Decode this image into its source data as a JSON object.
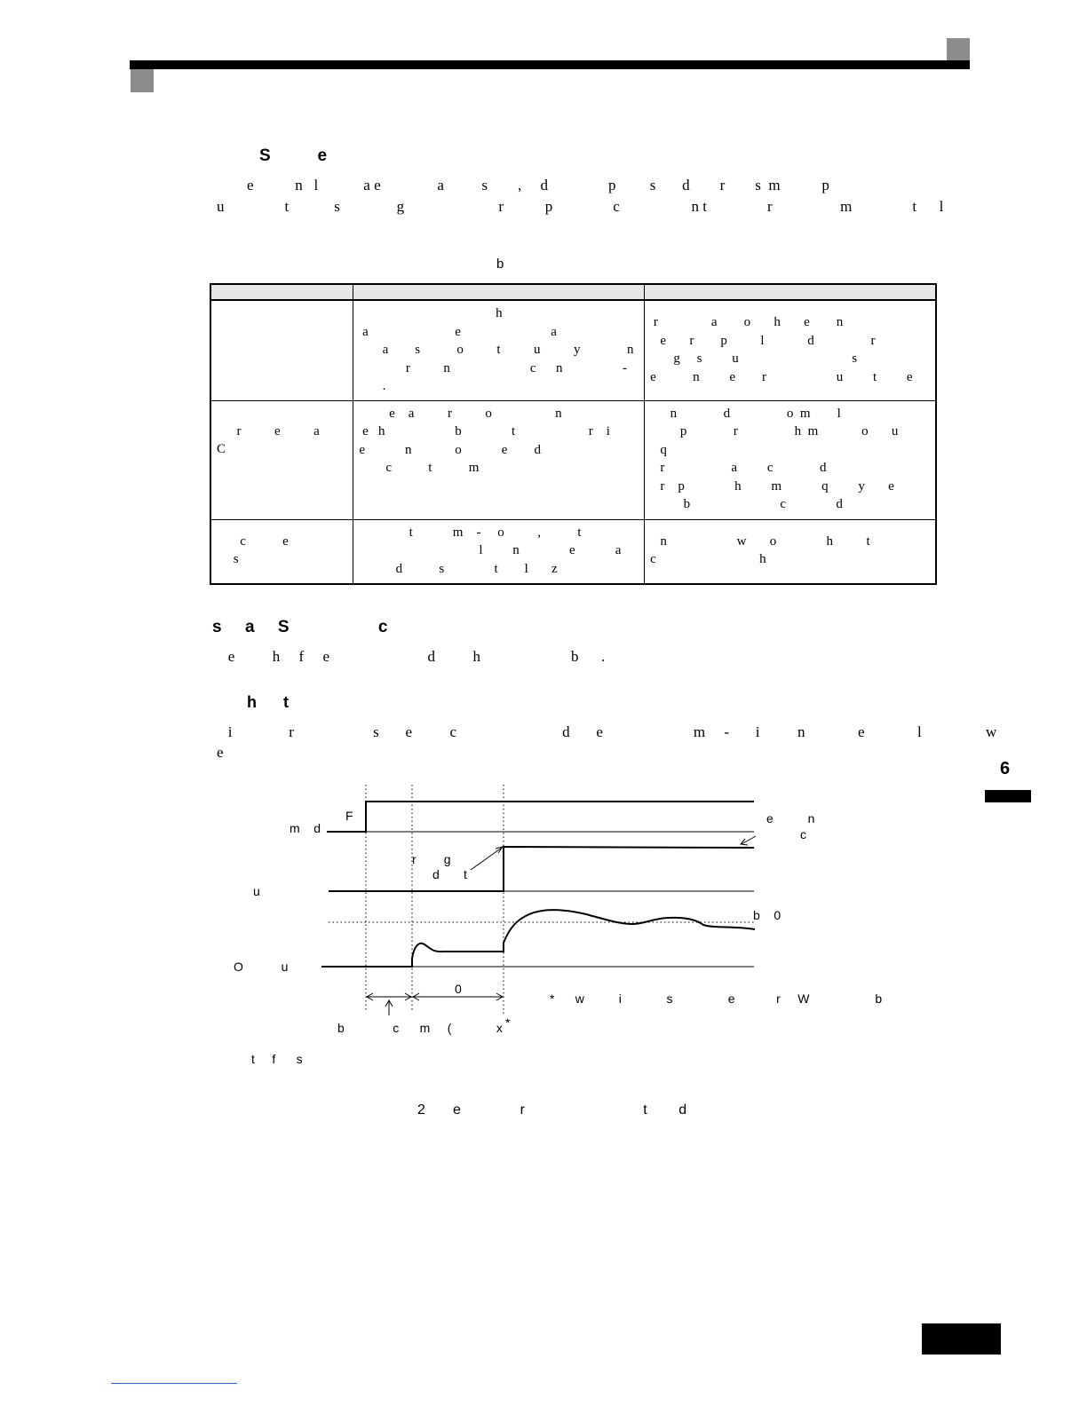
{
  "section_heading": "S          e",
  "intro_lines": [
    "        e           n   l            a e               a          s        ,     d                p         s       d        r        s  m           p",
    "u                t            s               g                         r           p                c                   n t                r                  m                t      l"
  ],
  "table_caption": "b",
  "table": {
    "rows": [
      {
        "col1": [
          ""
        ],
        "col2": [
          "                                         h",
          " a                          e                           a",
          "       a        s           o          t          u          y              n",
          "              r          n                        c      n                  -",
          "       ."
        ],
        "col3": [
          " r                a        o       h       e        n",
          "   e       r        p          l             d                 r",
          "       g     s         u                                  s",
          "e           n         e        r                     u         t         e"
        ]
      },
      {
        "col1": [
          "",
          "      r          e          a",
          "C"
        ],
        "col2": [
          "",
          "         e    a          r          o                   n",
          " e   h                     b               t                      r    i",
          "e            n             o            e        d",
          "        c           t           m"
        ],
        "col3": [
          "      n              d                 o  m        l",
          "         p              r                 h  m             o       u",
          "   q",
          "   r                    a         c              d",
          "   r    p               h         m            q         y       e",
          "          b                           c               d"
        ]
      },
      {
        "col1": [
          "       c           e",
          "     s"
        ],
        "col2": [
          "               t            m    -     o          ,           t",
          "                                    l         n               e            a",
          "           d           s               t        l       z"
        ],
        "col3": [
          "   n                     w       o               h          t",
          "c                               h"
        ]
      }
    ]
  },
  "subheading_1": "s     a     S                   c",
  "subheading_1_line": "   e          h     f     e                          d          h                        b      .",
  "subheading_2": "     h      t",
  "subheading_2_lines": [
    "   i               r                     s       e          c                            d       e                        m     -       i          n              e              l                 w",
    "e"
  ],
  "diagram": {
    "label_f": "F",
    "label_cmd": "m    d",
    "label_right_1": "e          n",
    "label_right_2": "c",
    "label_trig_1": "r        g",
    "label_trig_2": "d       t",
    "label_u1": "u",
    "label_b0": "b    0",
    "label_ou": "O           u",
    "label_zero": "0",
    "label_note": "*      w          i             s                e            r     W                   b",
    "label_bottom": "b              c      m     (             x",
    "label_star": "*"
  },
  "after_diagram_line": "t     f      s",
  "figure_caption": "2       e               r                              t        d",
  "tab_number": "6"
}
